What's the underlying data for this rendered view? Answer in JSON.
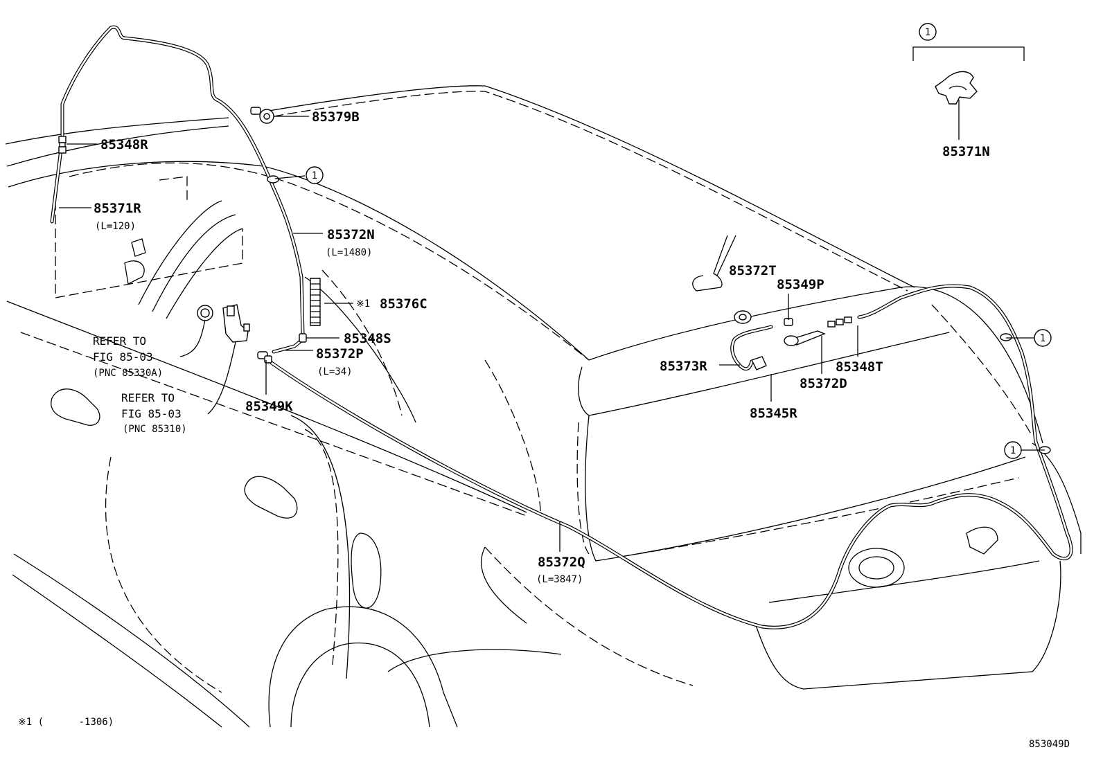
{
  "diagram_code": "853049D",
  "footnote": "※1 (      -1306)",
  "callout_symbol": "1",
  "inset": {
    "part": "85371N"
  },
  "parts": {
    "p85379B": "85379B",
    "p85348R": "85348R",
    "p85371R": "85371R",
    "p85371R_len": "(L=120)",
    "p85372N": "85372N",
    "p85372N_len": "(L=1480)",
    "p85376C_mark": "※1",
    "p85376C": "85376C",
    "p85348S": "85348S",
    "p85372P": "85372P",
    "p85372P_len": "(L=34)",
    "p85349K": "85349K",
    "p85372Q": "85372Q",
    "p85372Q_len": "(L=3847)",
    "p85372T": "85372T",
    "p85349P": "85349P",
    "p85373R": "85373R",
    "p85348T": "85348T",
    "p85372D": "85372D",
    "p85345R": "85345R"
  },
  "references": [
    {
      "line1": "REFER TO",
      "line2": "FIG 85-03",
      "line3": "(PNC 85330A)"
    },
    {
      "line1": "REFER TO",
      "line2": "FIG 85-03",
      "line3": "(PNC 85310)"
    }
  ]
}
